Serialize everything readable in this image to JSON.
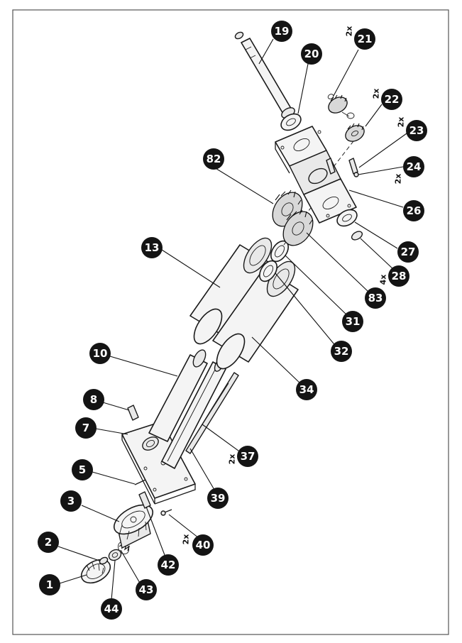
{
  "labels": [
    {
      "id": "1",
      "text": "1"
    },
    {
      "id": "2",
      "text": "2"
    },
    {
      "id": "3",
      "text": "3"
    },
    {
      "id": "5",
      "text": "5"
    },
    {
      "id": "7",
      "text": "7"
    },
    {
      "id": "8",
      "text": "8"
    },
    {
      "id": "10",
      "text": "10"
    },
    {
      "id": "13",
      "text": "13"
    },
    {
      "id": "19",
      "text": "19"
    },
    {
      "id": "20",
      "text": "20"
    },
    {
      "id": "21",
      "text": "21"
    },
    {
      "id": "22",
      "text": "22"
    },
    {
      "id": "23",
      "text": "23"
    },
    {
      "id": "24",
      "text": "24"
    },
    {
      "id": "26",
      "text": "26"
    },
    {
      "id": "27",
      "text": "27"
    },
    {
      "id": "28",
      "text": "28"
    },
    {
      "id": "31",
      "text": "31"
    },
    {
      "id": "32",
      "text": "32"
    },
    {
      "id": "34",
      "text": "34"
    },
    {
      "id": "37",
      "text": "37"
    },
    {
      "id": "39",
      "text": "39"
    },
    {
      "id": "40",
      "text": "40"
    },
    {
      "id": "42",
      "text": "42"
    },
    {
      "id": "43",
      "text": "43"
    },
    {
      "id": "44",
      "text": "44"
    },
    {
      "id": "82",
      "text": "82"
    },
    {
      "id": "83",
      "text": "83"
    }
  ],
  "quantities": [
    {
      "id": "q21",
      "text": "2x"
    },
    {
      "id": "q22",
      "text": "2x"
    },
    {
      "id": "q23",
      "text": "2x"
    },
    {
      "id": "q24",
      "text": "2x"
    },
    {
      "id": "q28",
      "text": "4x"
    },
    {
      "id": "q37",
      "text": "2x"
    },
    {
      "id": "q40",
      "text": "2x"
    }
  ],
  "colors": {
    "badge": "#141414",
    "badge_text": "#ffffff",
    "line": "#1a1a1a"
  }
}
